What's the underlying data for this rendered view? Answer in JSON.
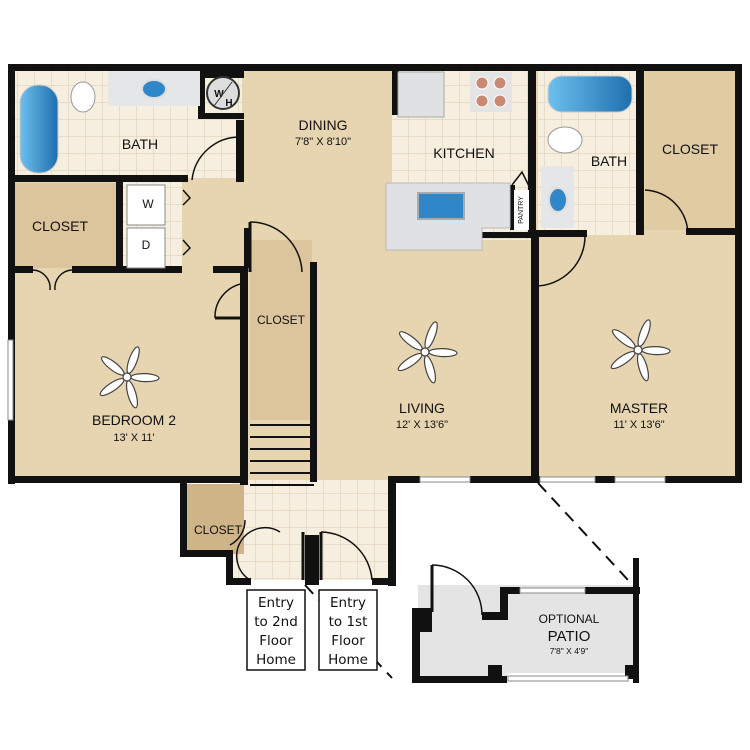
{
  "plan": {
    "rooms": {
      "bath_left": {
        "name": "BATH"
      },
      "dining": {
        "name": "DINING",
        "size": "7'8\" X 8'10\""
      },
      "kitchen": {
        "name": "KITCHEN"
      },
      "pantry": {
        "name": "PANTRY"
      },
      "bath_right": {
        "name": "BATH"
      },
      "closet_master": {
        "name": "CLOSET"
      },
      "closet_left": {
        "name": "CLOSET"
      },
      "closet_hall": {
        "name": "CLOSET"
      },
      "closet_entry": {
        "name": "CLOSET"
      },
      "bedroom2": {
        "name": "BEDROOM 2",
        "size": "13' X 11'"
      },
      "living": {
        "name": "LIVING",
        "size": "12' X 13'6\""
      },
      "master": {
        "name": "MASTER",
        "size": "11' X 13'6\""
      },
      "patio": {
        "optional": "OPTIONAL",
        "name": "PATIO",
        "size": "7'8\" X 4'9\""
      }
    },
    "appliances": {
      "water_heater_w": "W",
      "water_heater_h": "H",
      "washer": "W",
      "dryer": "D"
    },
    "entries": {
      "second_floor": [
        "Entry",
        "to 2nd",
        "Floor",
        "Home"
      ],
      "first_floor": [
        "Entry",
        "to 1st",
        "Floor",
        "Home"
      ]
    },
    "colors": {
      "wall": "#111111",
      "floor": "#e6d5b0",
      "tile": "#f5eedc",
      "closet": "#dcc59c",
      "fixture_blue": "#2f86c9",
      "patio": "#e3e4e3"
    }
  }
}
